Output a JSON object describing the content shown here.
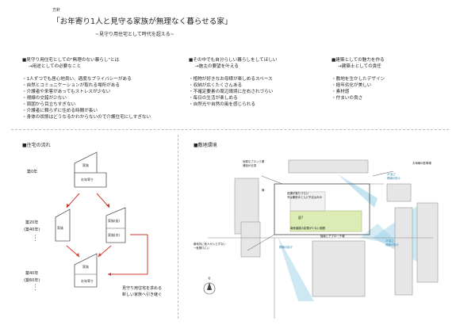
{
  "header": {
    "label": "方針",
    "title": "「お年寄り1人と見守る家族が無理なく暮らせる家」",
    "subtitle": "~見守り用住宅として時代を超える~"
  },
  "policies": [
    {
      "heading": "■見守り用住宅としての\"無理のない暮らし\"とは",
      "sub": "→用途としての必要なこと",
      "items": [
        "・1人ずつでも居心地良い、適度なプライバシーがある",
        "・自然とコミュニケーションが取れる場所がある",
        "・介護者や来客があってもストレスが少ない",
        "・視線の交錯が少ない",
        "・周囲から目立ちすぎない",
        "・介護者に頼らずに住める時間が長い",
        "・身体の状態はどうなるかわからないので介護住宅にしすぎない"
      ]
    },
    {
      "heading": "■その中でも自分らしい暮らしをしてほしい",
      "sub": "→施主の要望を叶える",
      "items": [
        "・植物が好きなお母様が楽しめるスペース",
        "・収納が広くたくさんある",
        "・不確定要素の周辺環境に左右されづらい",
        "・毎日の生活が楽しめる",
        "・自然光や自然の風を感じられる"
      ]
    },
    {
      "heading": "■建築としての魅力を作る",
      "sub": "→建築士としての責任",
      "items": [
        "・敷地を生かしたデザイン",
        "・経年劣化が美しい",
        "・素材感",
        "・佇まいの良さ"
      ]
    }
  ],
  "flow": {
    "heading": "■住宅の流れ",
    "stage0": {
      "year": "築0年",
      "top": "家族",
      "bottom": "お年寄り"
    },
    "stage1": {
      "year": "築20年",
      "year_sub": "(築40年)",
      "left": "家族",
      "right_top": "家族(長)",
      "right_bottom": "家族(次)"
    },
    "stage2": {
      "year": "築40年",
      "year_sub": "(築60年)",
      "top": "家族",
      "bottom": "お年寄り"
    },
    "dots": "⋮",
    "note": "見守り用住宅を求める\n新しい家族へ引き継ぐ"
  },
  "site": {
    "heading": "■敷地環境",
    "notes": {
      "block_wall": "危険なブロック塀\n補強が必須",
      "east_parking": "お母様の駐車場",
      "plum": "梅",
      "view_2f_tr": "2F高さ\n視線の抜け",
      "shade": "夏場が落ちづらい\n冬は暖房ほとんど不足はみみ",
      "center_q": "庭?",
      "north_house": "2F以下",
      "south_road": "南側道路の影響が少ない範囲",
      "privacy_fence": "敷地内に他人が入らずない\n一度間口にい",
      "view_bottom": "視線の抜け",
      "view_2f_br": "2F高さ\n視線の抜け",
      "fence_note": "植栽とアプローチ塀",
      "compass": "北"
    }
  },
  "colors": {
    "accent_red": "#cc3a2c",
    "sky_blue": "#9cd2e8",
    "site_green": "#dcecb4"
  }
}
